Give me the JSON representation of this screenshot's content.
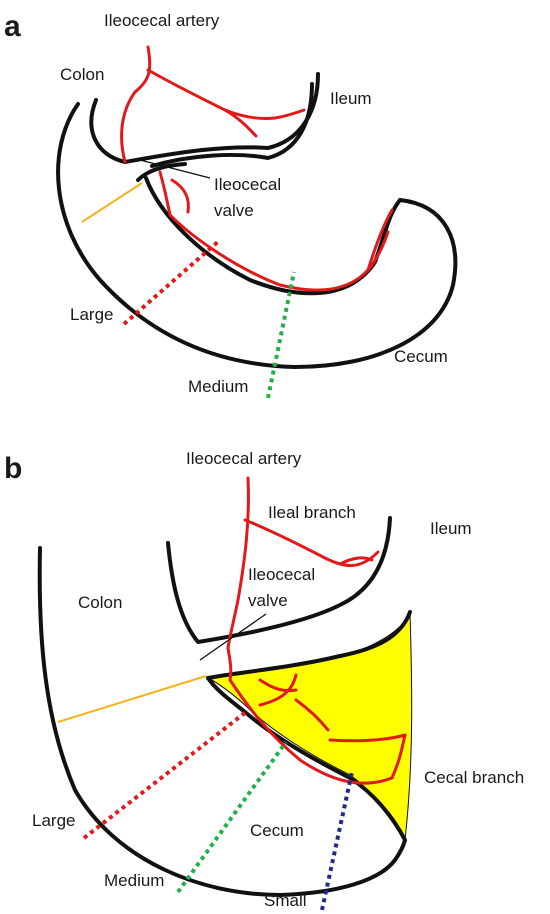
{
  "panel_a": {
    "letter": "a",
    "labels": {
      "ileocecal_artery": "Ileocecal artery",
      "colon": "Colon",
      "ileum": "Ileum",
      "ileocecal_valve_line1": "Ileocecal",
      "ileocecal_valve_line2": "valve",
      "large": "Large",
      "medium": "Medium",
      "cecum": "Cecum"
    }
  },
  "panel_b": {
    "letter": "b",
    "labels": {
      "ileocecal_artery": "Ileocecal artery",
      "ileal_branch": "Ileal branch",
      "ileum": "Ileum",
      "colon": "Colon",
      "ileocecal_valve_line1": "Ileocecal",
      "ileocecal_valve_line2": "valve",
      "cecal_branch": "Cecal branch",
      "large": "Large",
      "cecum": "Cecum",
      "medium": "Medium",
      "small": "Small"
    }
  },
  "colors": {
    "wall": "#111111",
    "vessel": "#e01a1a",
    "cecal_fill": "#ffff00",
    "cut_orange": "#f5b21d",
    "cut_large": "#e31a1c",
    "cut_medium": "#22b04a",
    "cut_small": "#1f2a8c"
  }
}
